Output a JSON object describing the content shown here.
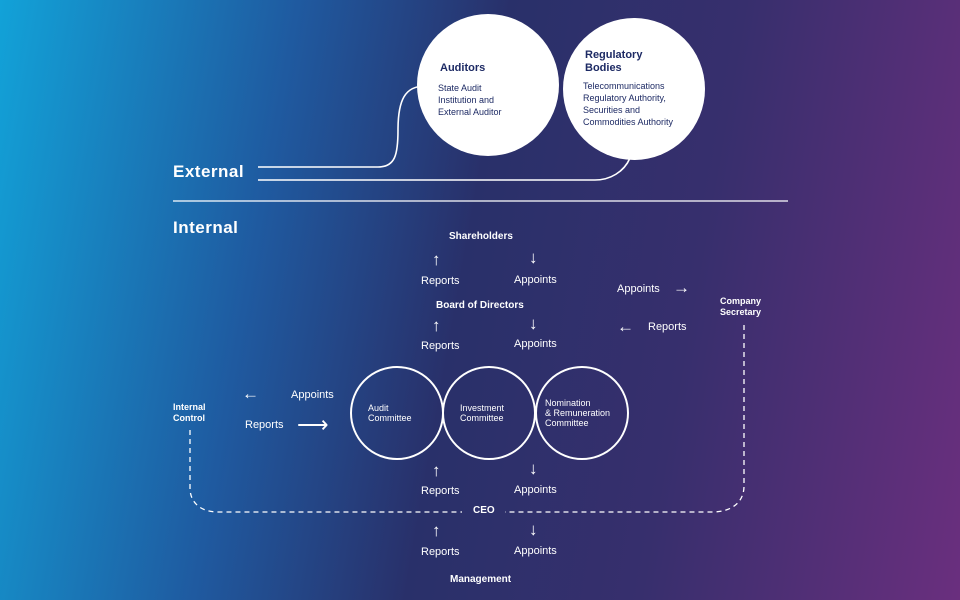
{
  "sections": {
    "external": "External",
    "internal": "Internal"
  },
  "external": {
    "auditors": {
      "title": "Auditors",
      "lines": [
        "State Audit",
        "Institution and",
        "External Auditor"
      ]
    },
    "regulatory": {
      "title_lines": [
        "Regulatory",
        "Bodies"
      ],
      "lines": [
        "Telecommunications",
        "Regulatory Authority,",
        "Securities and",
        "Commodities Authority"
      ]
    }
  },
  "internal": {
    "shareholders": "Shareholders",
    "board": "Board of Directors",
    "ceo": "CEO",
    "management": "Management",
    "internal_control": [
      "Internal",
      "Control"
    ],
    "company_secretary": [
      "Company",
      "Secretary"
    ]
  },
  "committees": {
    "audit": [
      "Audit",
      "Committee"
    ],
    "investment": [
      "Investment",
      "Committee"
    ],
    "nomination": [
      "Nomination",
      "& Remuneration",
      "Committee"
    ]
  },
  "labels": {
    "reports": "Reports",
    "appoints": "Appoints"
  },
  "glyphs": {
    "up": "↑",
    "down": "↓",
    "left": "←",
    "right": "→",
    "long_right": "⟶"
  },
  "colors": {
    "circle_text": "#1d2a64",
    "gradient_start": "#12a2d8",
    "gradient_end": "#6a2f7e"
  }
}
